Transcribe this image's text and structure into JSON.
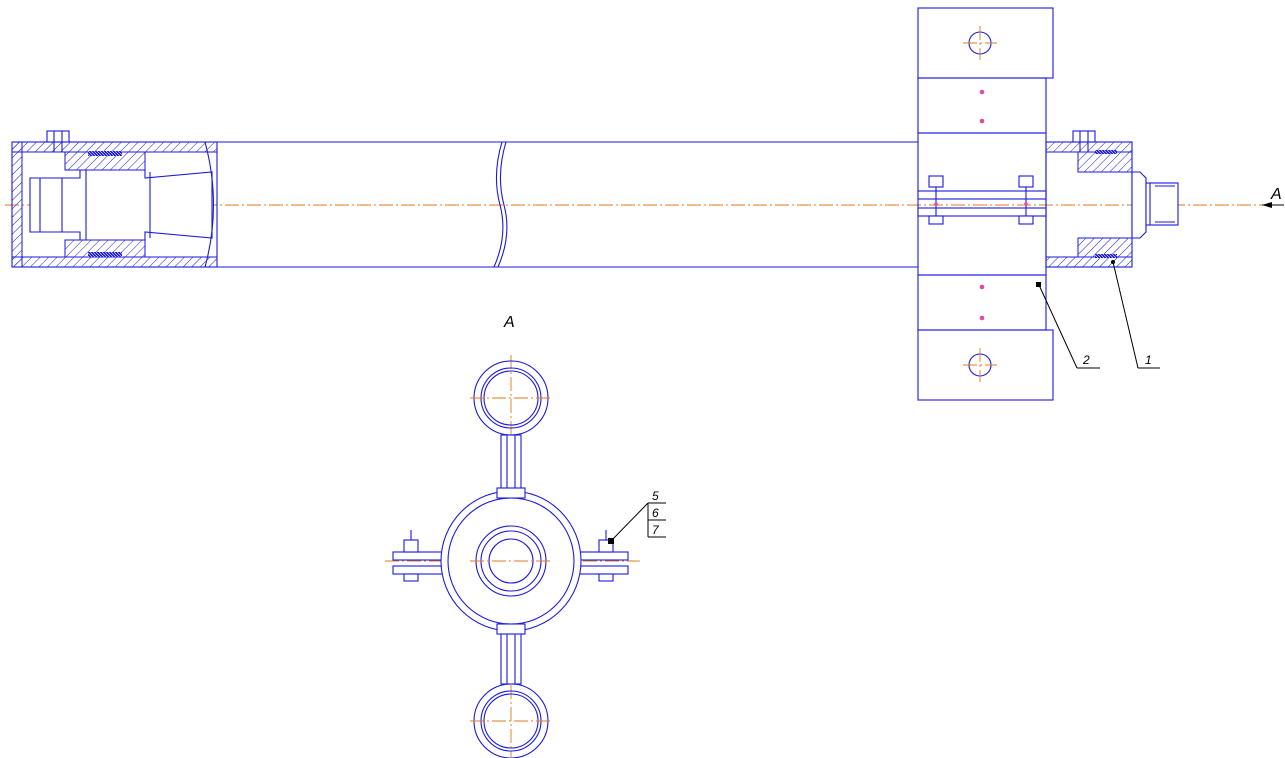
{
  "drawing": {
    "section_arrow_label": "A",
    "view_label": "A",
    "callouts": {
      "one": "1",
      "two": "2",
      "five": "5",
      "six": "6",
      "seven": "7"
    }
  },
  "colors": {
    "outline": "#1a1ae0",
    "axis": "#e07a1a",
    "leader": "#000000",
    "center_point": "#e04aa0"
  }
}
